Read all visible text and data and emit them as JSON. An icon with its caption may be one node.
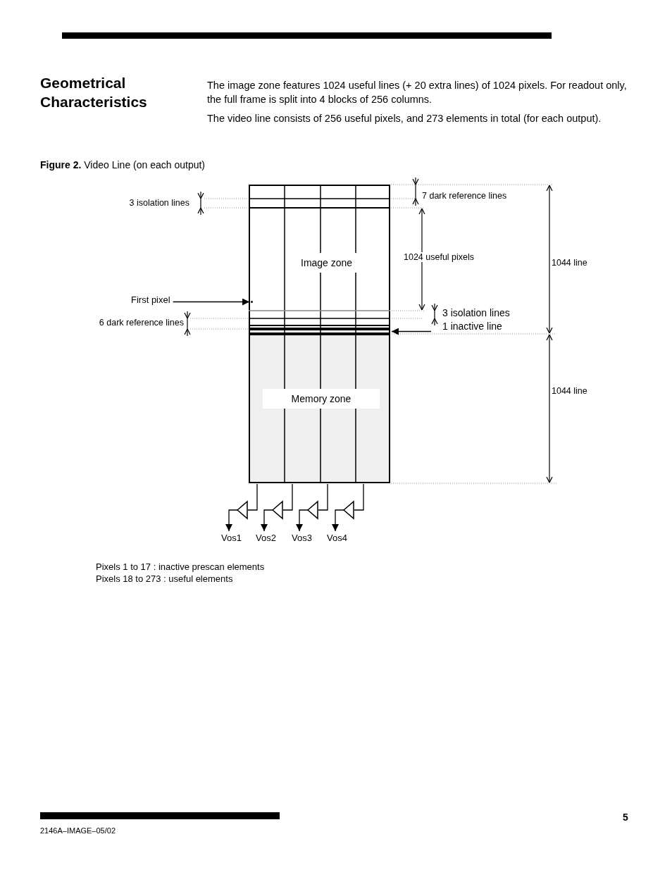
{
  "diagram": {
    "title": "Geometrical Characteristics",
    "caption": "**Figure 2.** Video Line (on each output)",
    "nodes": [
      {
        "text": [
          "Image zone"
        ]
      },
      {
        "text": [
          "Memory zone"
        ]
      },
      {
        "text": [
          "First pixel"
        ]
      },
      {
        "text": [],
        "shape": "circle",
        "in": 0
      },
      {
        "text": [
          "1 inactive line"
        ]
      },
      {
        "text": [],
        "shape": "bar"
      },
      {
        "text": [],
        "shape": "triangle"
      },
      {
        "text": [],
        "shape": "triangle"
      },
      {
        "text": [],
        "shape": "triangle"
      },
      {
        "text": [],
        "shape": "triangle"
      },
      {
        "text": [
          "Vos1"
        ]
      },
      {
        "text": [
          "Vos2"
        ]
      },
      {
        "text": [
          "Vos3"
        ]
      },
      {
        "text": [
          "Vos4"
        ]
      }
    ],
    "edges": [
      {
        "from": 2,
        "to": 3,
        "arrow": "to"
      },
      {
        "from": 4,
        "to": 5,
        "arrow": "to"
      },
      {
        "from": 1,
        "to": 6,
        "arrow": "none"
      },
      {
        "from": 1,
        "to": 7,
        "arrow": "none"
      },
      {
        "from": 1,
        "to": 8,
        "arrow": "none"
      },
      {
        "from": 1,
        "to": 9,
        "arrow": "none"
      },
      {
        "from": 6,
        "to": 10,
        "arrow": "to"
      },
      {
        "from": 7,
        "to": 11,
        "arrow": "to"
      },
      {
        "from": 8,
        "to": 12,
        "arrow": "to"
      },
      {
        "from": 9,
        "to": 13,
        "arrow": "to"
      }
    ],
    "labels": [
      "The image zone features 1024 useful lines (+ 20 extra lines) of 1024 pixels. For readout only, the full frame is split into 4 blocks of 256 columns.",
      "The video line consists of 256 useful pixels, and 273 elements in total (for each output).",
      "3 isolation lines",
      "7 dark reference lines",
      "1024 useful pixels",
      "1044 line",
      "6 dark reference lines",
      "3 isolation lines",
      "1044 line",
      "Pixels 1 to 17 : inactive prescan elements",
      "Pixels 18 to 273 : useful elements",
      "2146A–IMAGE–05/02",
      "5"
    ]
  }
}
